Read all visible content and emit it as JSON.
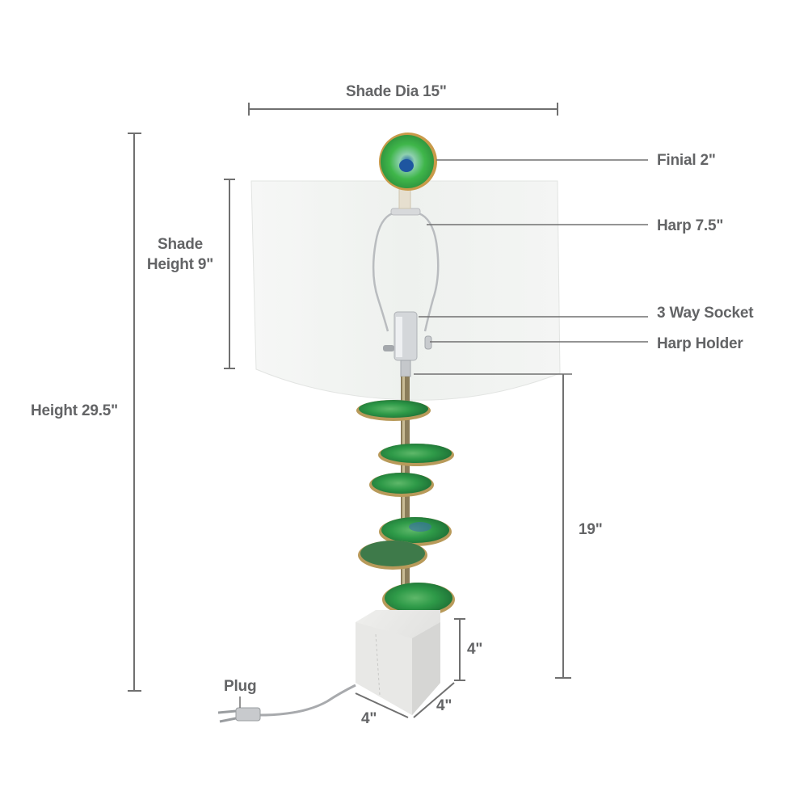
{
  "diagram": {
    "subject": "Table lamp with green agate slices on marble base",
    "colors": {
      "dimension_line": "#707070",
      "label_text": "#636466",
      "shade": "#f2f4f2",
      "agate_green": "#2f9a4a",
      "agate_edge_gold": "#b89a5a",
      "marble": "#e6e6e4"
    },
    "dimensions": {
      "shade_diameter": "Shade Dia 15\"",
      "shade_height_line1": "Shade",
      "shade_height_line2": "Height 9\"",
      "overall_height": "Height 29.5\"",
      "base_to_socket": "19\"",
      "base_height": "4\"",
      "base_width": "4\"",
      "base_depth": "4\""
    },
    "callouts": {
      "finial": "Finial 2\"",
      "harp": "Harp 7.5\"",
      "socket": "3 Way Socket",
      "harp_holder": "Harp Holder",
      "plug": "Plug"
    }
  }
}
